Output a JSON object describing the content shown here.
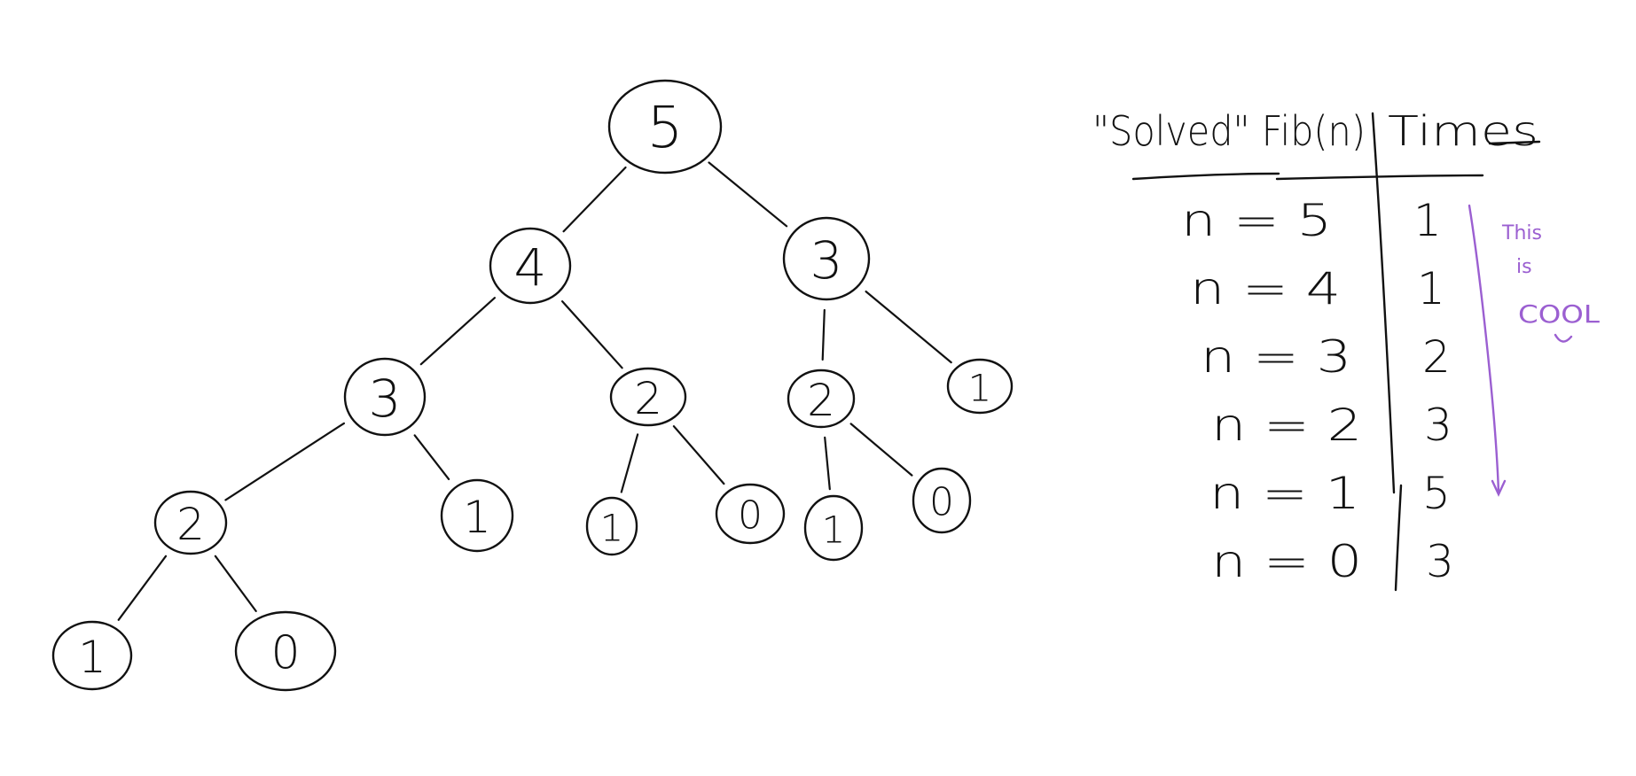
{
  "tree": {
    "nodes": [
      {
        "id": "n5",
        "label": "5"
      },
      {
        "id": "n4",
        "label": "4"
      },
      {
        "id": "n3a",
        "label": "3"
      },
      {
        "id": "n3b",
        "label": "3"
      },
      {
        "id": "n2a",
        "label": "2"
      },
      {
        "id": "n2b",
        "label": "2"
      },
      {
        "id": "n1a",
        "label": "1"
      },
      {
        "id": "n2c",
        "label": "2"
      },
      {
        "id": "n1b",
        "label": "1"
      },
      {
        "id": "n1c",
        "label": "1"
      },
      {
        "id": "n0a",
        "label": "0"
      },
      {
        "id": "n1d",
        "label": "1"
      },
      {
        "id": "n0b",
        "label": "0"
      },
      {
        "id": "n1e",
        "label": "1"
      },
      {
        "id": "n0c",
        "label": "0"
      }
    ],
    "edges": [
      [
        "n5",
        "n4"
      ],
      [
        "n5",
        "n3b"
      ],
      [
        "n4",
        "n3a"
      ],
      [
        "n4",
        "n2a"
      ],
      [
        "n3b",
        "n2b"
      ],
      [
        "n3b",
        "n1a"
      ],
      [
        "n3a",
        "n2c"
      ],
      [
        "n3a",
        "n1b"
      ],
      [
        "n2a",
        "n1c"
      ],
      [
        "n2a",
        "n0a"
      ],
      [
        "n2b",
        "n1d"
      ],
      [
        "n2b",
        "n0b"
      ],
      [
        "n2c",
        "n1e"
      ],
      [
        "n2c",
        "n0c"
      ]
    ]
  },
  "table": {
    "header_left": "\"Solved\" Fib(n)",
    "header_right": "Times",
    "rows": [
      {
        "n": "n = 5",
        "times": "1"
      },
      {
        "n": "n = 4",
        "times": "1"
      },
      {
        "n": "n = 3",
        "times": "2"
      },
      {
        "n": "n = 2",
        "times": "3"
      },
      {
        "n": "n = 1",
        "times": "5"
      },
      {
        "n": "n = 0",
        "times": "3"
      }
    ]
  },
  "annotation": {
    "line1": "This",
    "line2": "is",
    "line3": "COOL",
    "color": "#9b5fd1"
  }
}
